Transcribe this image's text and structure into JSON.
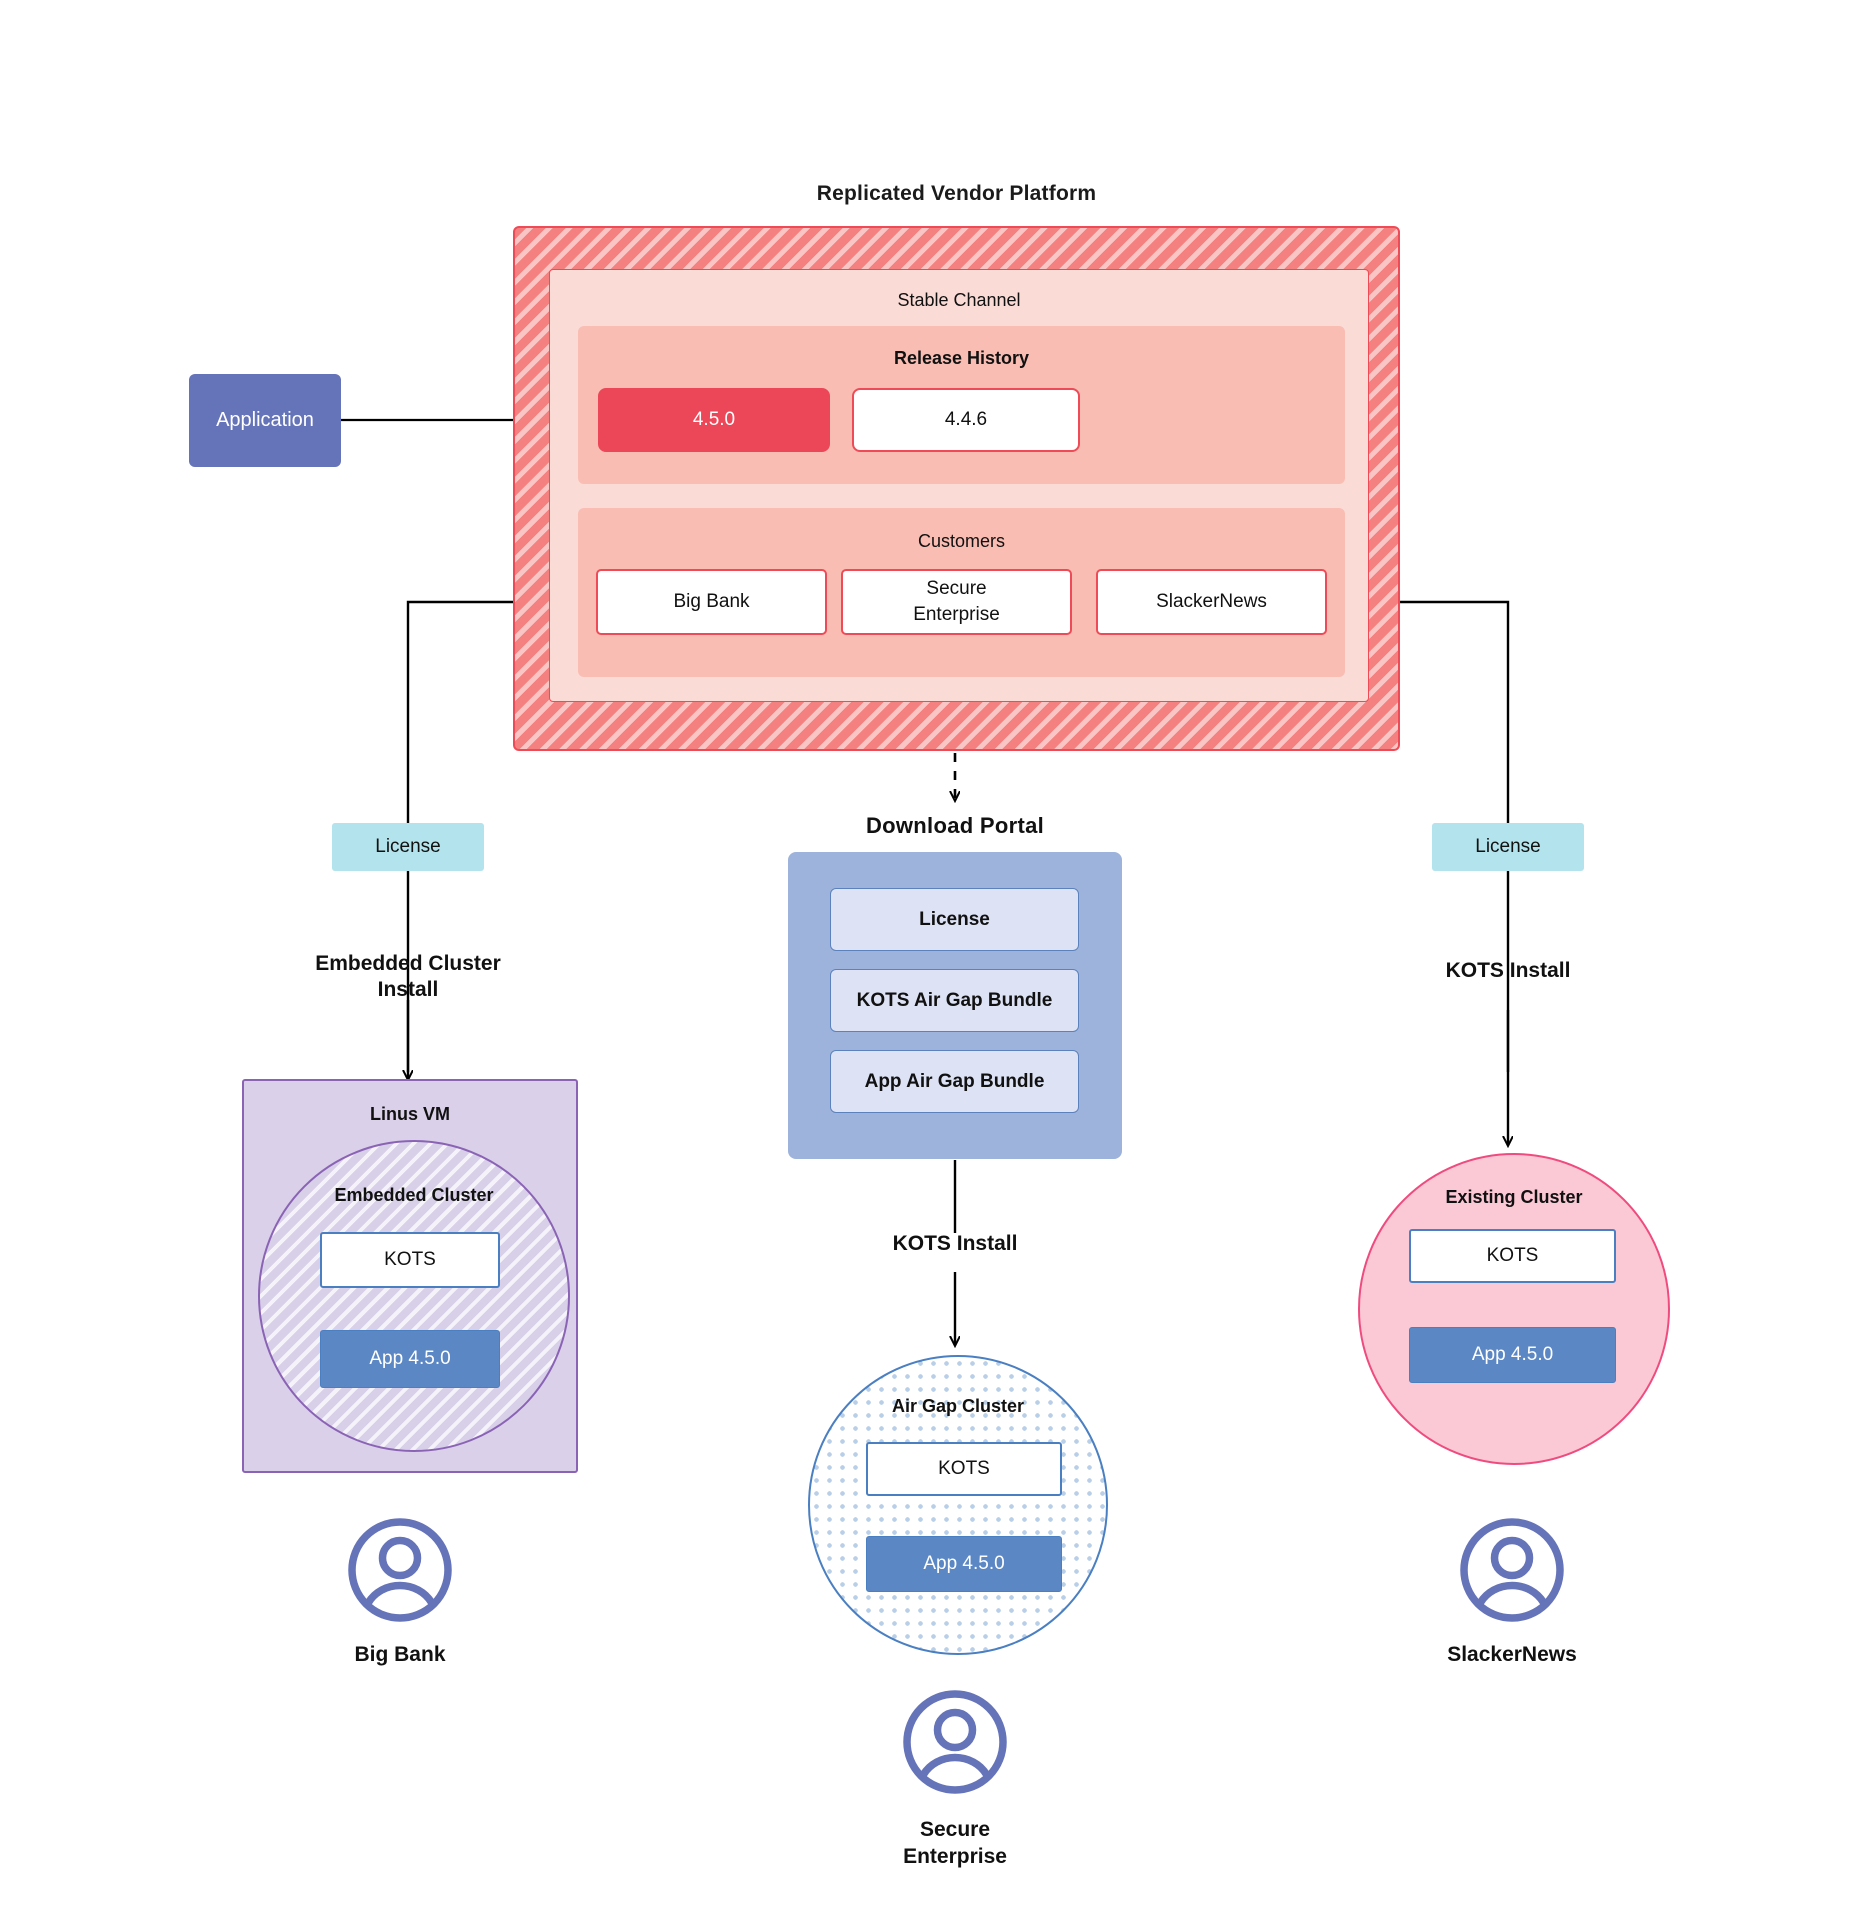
{
  "diagram": {
    "title": "Replicated Vendor Platform",
    "application": {
      "label": "Application"
    },
    "channel": {
      "label": "Stable Channel",
      "release_history": {
        "label": "Release History",
        "versions": [
          {
            "value": "4.5.0",
            "state": "current"
          },
          {
            "value": "4.4.6",
            "state": "previous"
          }
        ]
      },
      "customers": {
        "label": "Customers",
        "items": [
          {
            "name": "Big Bank"
          },
          {
            "name": "Secure\nEnterprise"
          },
          {
            "name": "SlackerNews"
          }
        ]
      }
    },
    "download_portal": {
      "title": "Download  Portal",
      "items": [
        {
          "label": "License"
        },
        {
          "label": "KOTS Air Gap Bundle"
        },
        {
          "label": "App Air Gap Bundle"
        }
      ]
    },
    "branches": {
      "left": {
        "license_label": "License",
        "step_label": "Embedded Cluster\nInstall",
        "host": {
          "label": "Linus VM"
        },
        "cluster": {
          "label": "Embedded Cluster"
        },
        "kots": {
          "label": "KOTS"
        },
        "app": {
          "label": "App 4.5.0"
        },
        "persona": {
          "name": "Big Bank",
          "icon": "user-avatar-icon"
        }
      },
      "center": {
        "step_label": "KOTS Install",
        "cluster": {
          "label": "Air Gap Cluster"
        },
        "kots": {
          "label": "KOTS"
        },
        "app": {
          "label": "App 4.5.0"
        },
        "persona": {
          "name": "Secure\nEnterprise",
          "icon": "user-avatar-icon"
        }
      },
      "right": {
        "license_label": "License",
        "step_label": "KOTS Install",
        "cluster": {
          "label": "Existing Cluster"
        },
        "kots": {
          "label": "KOTS"
        },
        "app": {
          "label": "App 4.5.0"
        },
        "persona": {
          "name": "SlackerNews",
          "icon": "user-avatar-icon"
        }
      }
    },
    "colors": {
      "platform_red": "#f4817f",
      "platform_border": "#ef4b57",
      "channel_pink": "#fbdbd6",
      "inner_pink": "#f9bdb3",
      "version_current": "#ec4758",
      "application_purple": "#6573b8",
      "license_teal": "#b3e3ec",
      "portal_blue": "#9db3db",
      "portal_item_blue": "#dde3f5",
      "vm_purple": "#dad0ea",
      "vm_border": "#8a63b5",
      "kots_border": "#4a7fc1",
      "app_blue": "#5b87c4",
      "existing_cluster_pink": "#fbc9d6",
      "existing_cluster_border": "#ef4b7f",
      "persona_purple": "#6573b8",
      "connector_black": "#000000"
    }
  }
}
